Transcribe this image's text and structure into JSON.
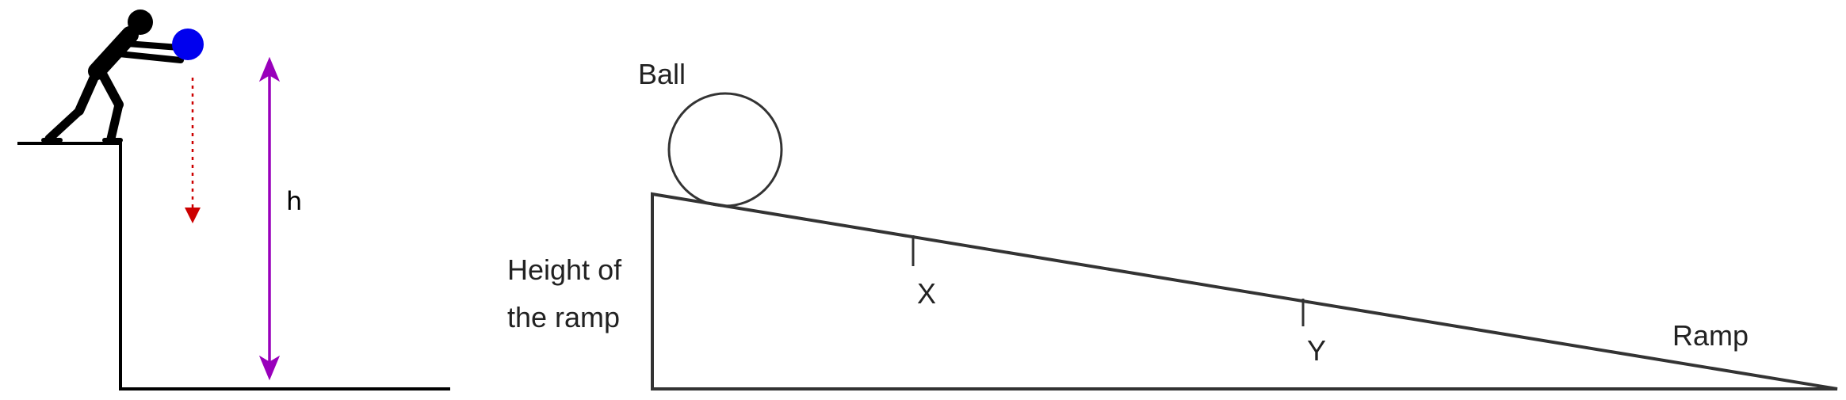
{
  "left_figure": {
    "height_label": "h"
  },
  "right_figure": {
    "ball_label": "Ball",
    "height_label_line1": "Height of",
    "height_label_line2": "the ramp",
    "point_x_label": "X",
    "point_y_label": "Y",
    "ramp_label": "Ramp"
  },
  "colors": {
    "ball_held": "#0000ee",
    "drop_arrow": "#cc0000",
    "height_arrow": "#9900bb",
    "lines": "#000000"
  }
}
